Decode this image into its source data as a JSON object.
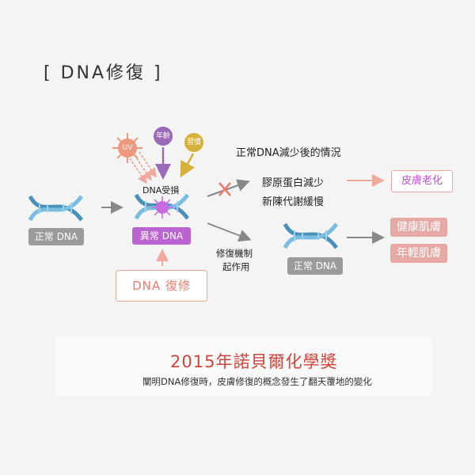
{
  "title": "[ DNA修復 ]",
  "factors": {
    "uv": "UV",
    "age": "年齡",
    "habit": "習慣"
  },
  "damage_label": "DNA受損",
  "normal_dna_left": "正常 DNA",
  "abnormal_dna": "異常 DNA",
  "dna_repair_box": "DNA 復修",
  "repair_mechanism": [
    "修復機制",
    "起作用"
  ],
  "normal_dna_right": "正常 DNA",
  "reduction_heading": "正常DNA減少後的情況",
  "effects": [
    "膠原蛋白減少",
    "新陳代謝緩慢"
  ],
  "aging": "皮膚老化",
  "healthy_skin": "健康肌膚",
  "young_skin": "年輕肌膚",
  "banner": {
    "title": "2015年諾貝爾化學獎",
    "subtitle": "闡明DNA修復時，皮膚修復的概念發生了翻天覆地的變化"
  },
  "colors": {
    "uv": "#f0987e",
    "age": "#9a6ab8",
    "habit": "#d6b13a",
    "abnormal": "#bb63d1",
    "pink": "#e6a9a6",
    "helix": "#5fa6c8"
  }
}
